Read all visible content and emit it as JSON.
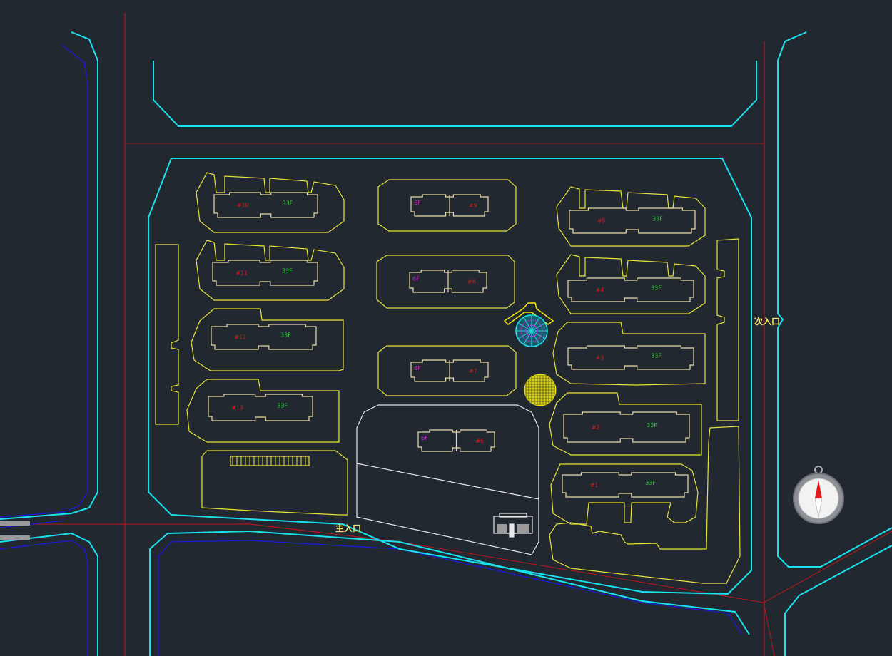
{
  "drawing": {
    "entrances": {
      "main": "主入口",
      "secondary": "次入口"
    },
    "buildings": [
      {
        "id": "#10",
        "floors": "33F"
      },
      {
        "id": "#11",
        "floors": "33F"
      },
      {
        "id": "#12",
        "floors": "33F"
      },
      {
        "id": "#13",
        "floors": "33F"
      },
      {
        "id": "#9",
        "floors": "6F"
      },
      {
        "id": "#8",
        "floors": "6F"
      },
      {
        "id": "#7",
        "floors": "6F"
      },
      {
        "id": "#6",
        "floors": "6F"
      },
      {
        "id": "#5",
        "floors": "33F"
      },
      {
        "id": "#4",
        "floors": "33F"
      },
      {
        "id": "#3",
        "floors": "33F"
      },
      {
        "id": "#2",
        "floors": "33F"
      },
      {
        "id": "#1",
        "floors": "33F"
      }
    ],
    "colors": {
      "background": "#212830",
      "road": "#c0161c",
      "curb": "#19e3f0",
      "site": "#e6e23a",
      "building": "#e8d9a6",
      "id_label": "#e01a1a",
      "floors_tall": "#1fd12a",
      "floors_low": "#d21fd2",
      "blue_line": "#1a1ad8"
    }
  }
}
